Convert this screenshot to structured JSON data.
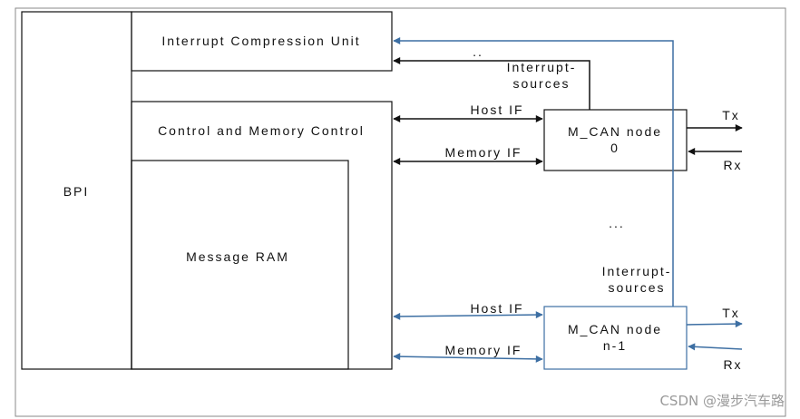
{
  "blocks": {
    "bpi": "BPI",
    "icu": "Interrupt Compression Unit",
    "cmc": "Control and Memory Control",
    "ram": "Message RAM",
    "node0_line1": "M_CAN node",
    "node0_line2": "0",
    "noden_line1": "M_CAN node",
    "noden_line2": "n-1"
  },
  "labels": {
    "dots_top": "..",
    "interrupt_line1_top": "Interrupt-",
    "interrupt_line2_top": "sources",
    "host_if_top": "Host IF",
    "memory_if_top": "Memory IF",
    "tx_top": "Tx",
    "rx_top": "Rx",
    "ellipsis_mid": "...",
    "interrupt_line1_bottom": "Interrupt-",
    "interrupt_line2_bottom": "sources",
    "host_if_bottom": "Host IF",
    "memory_if_bottom": "Memory IF",
    "tx_bottom": "Tx",
    "rx_bottom": "Rx"
  },
  "watermark": "CSDN @漫步汽车路",
  "colors": {
    "blue_line": "#3d6fa3",
    "black_line": "#111111"
  }
}
